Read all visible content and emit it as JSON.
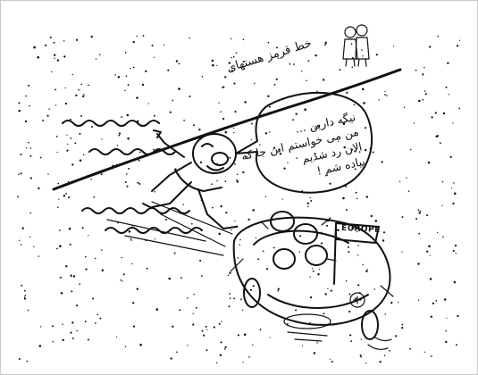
{
  "scene": {
    "boundary_label": "خط قرمز هستهای",
    "speech_lines": [
      "نیگه دارین ...",
      "من می خواستم این جا که",
      "الان رد شدیم",
      "پیاده شم !"
    ],
    "flag_label": "EUROPE",
    "colors": {
      "ink": "#111111",
      "paper": "#ffffff",
      "frame": "#c9c9c9"
    }
  }
}
